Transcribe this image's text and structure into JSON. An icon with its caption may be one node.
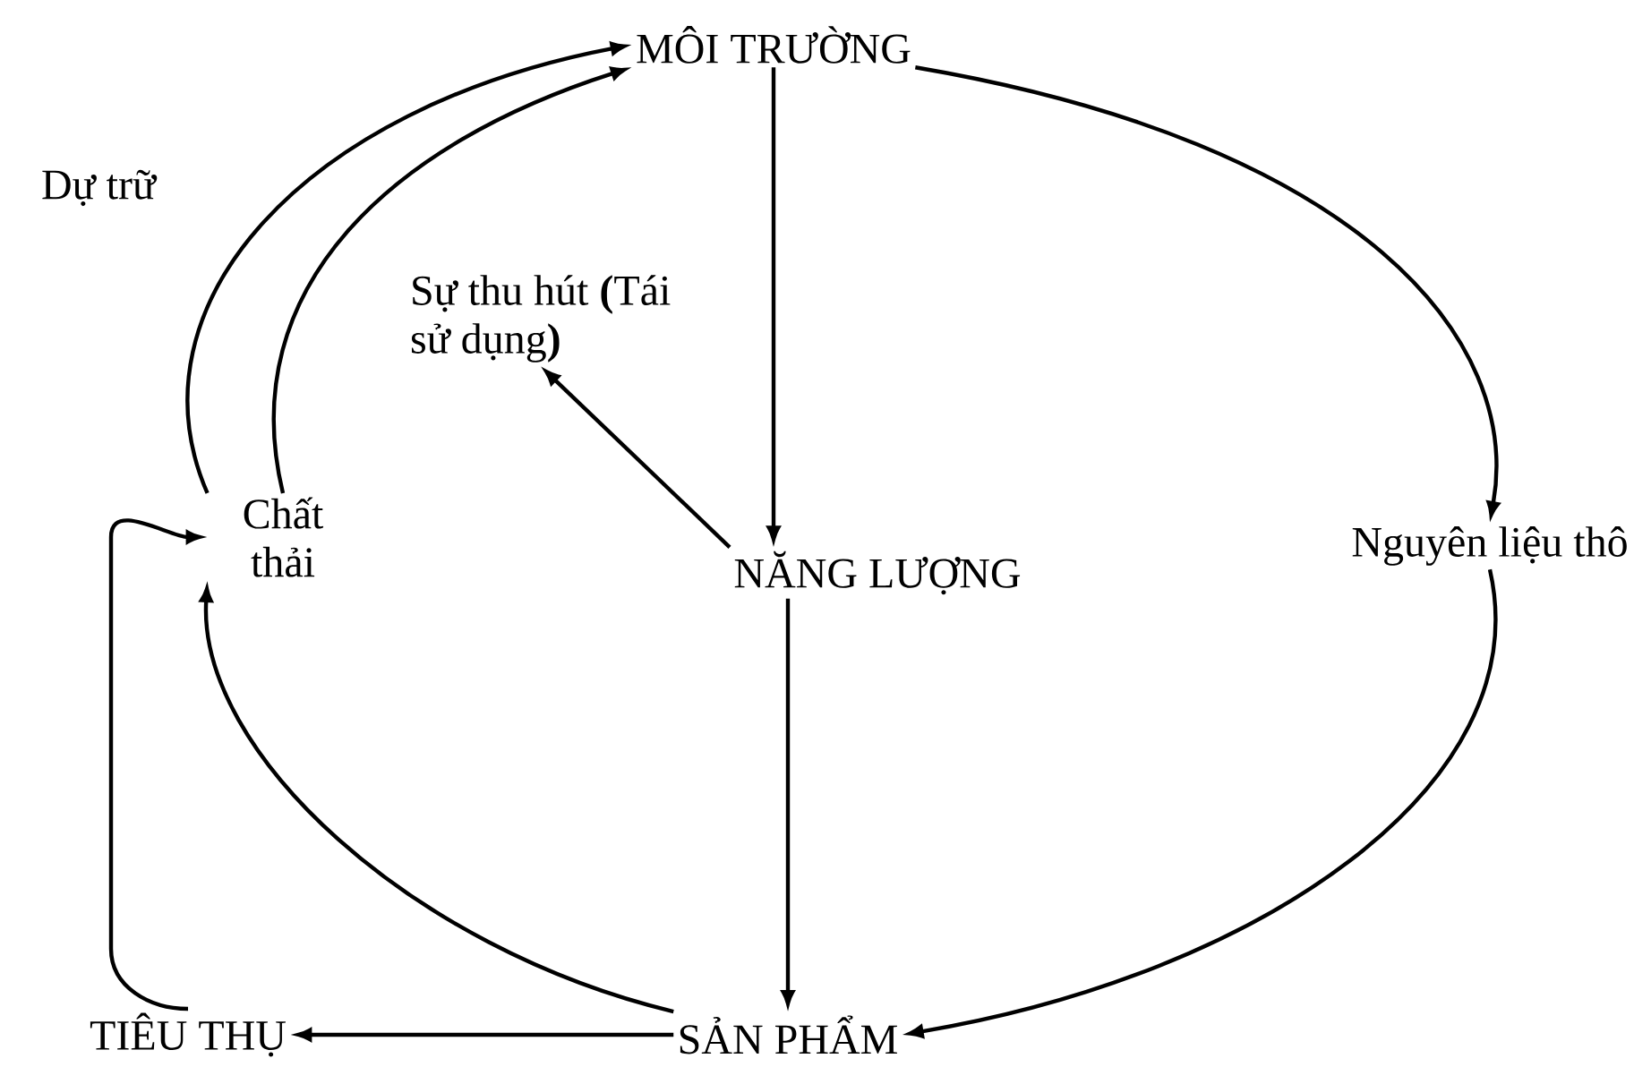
{
  "diagram": {
    "nodes": [
      {
        "text": [
          "MÔI TRƯỜNG"
        ]
      },
      {
        "text": [
          "NĂNG LƯỢNG"
        ]
      },
      {
        "text": [
          "Nguyên liệu thô"
        ]
      },
      {
        "text": [
          "SẢN PHẨM"
        ]
      },
      {
        "text": [
          "TIÊU THỤ"
        ]
      },
      {
        "text": [
          "Sự thu hút **(**Tái sử dụng**)**"
        ]
      },
      {
        "text": [
          "Chất thải"
        ]
      }
    ],
    "edges": [
      {
        "from": 0,
        "to": 1,
        "arrow": "to"
      },
      {
        "from": 0,
        "to": 2,
        "arrow": "to"
      },
      {
        "from": 2,
        "to": 3,
        "arrow": "to"
      },
      {
        "from": 1,
        "to": 3,
        "arrow": "to"
      },
      {
        "from": 3,
        "to": 4,
        "arrow": "to"
      },
      {
        "from": 3,
        "to": 6,
        "arrow": "to"
      },
      {
        "from": 4,
        "to": 6,
        "arrow": "to"
      },
      {
        "from": 6,
        "to": 0,
        "arrow": "to"
      },
      {
        "from": 6,
        "to": 0,
        "arrow": "to",
        "label": "Dự trữ"
      },
      {
        "from": 1,
        "to": 5,
        "arrow": "to"
      }
    ]
  }
}
